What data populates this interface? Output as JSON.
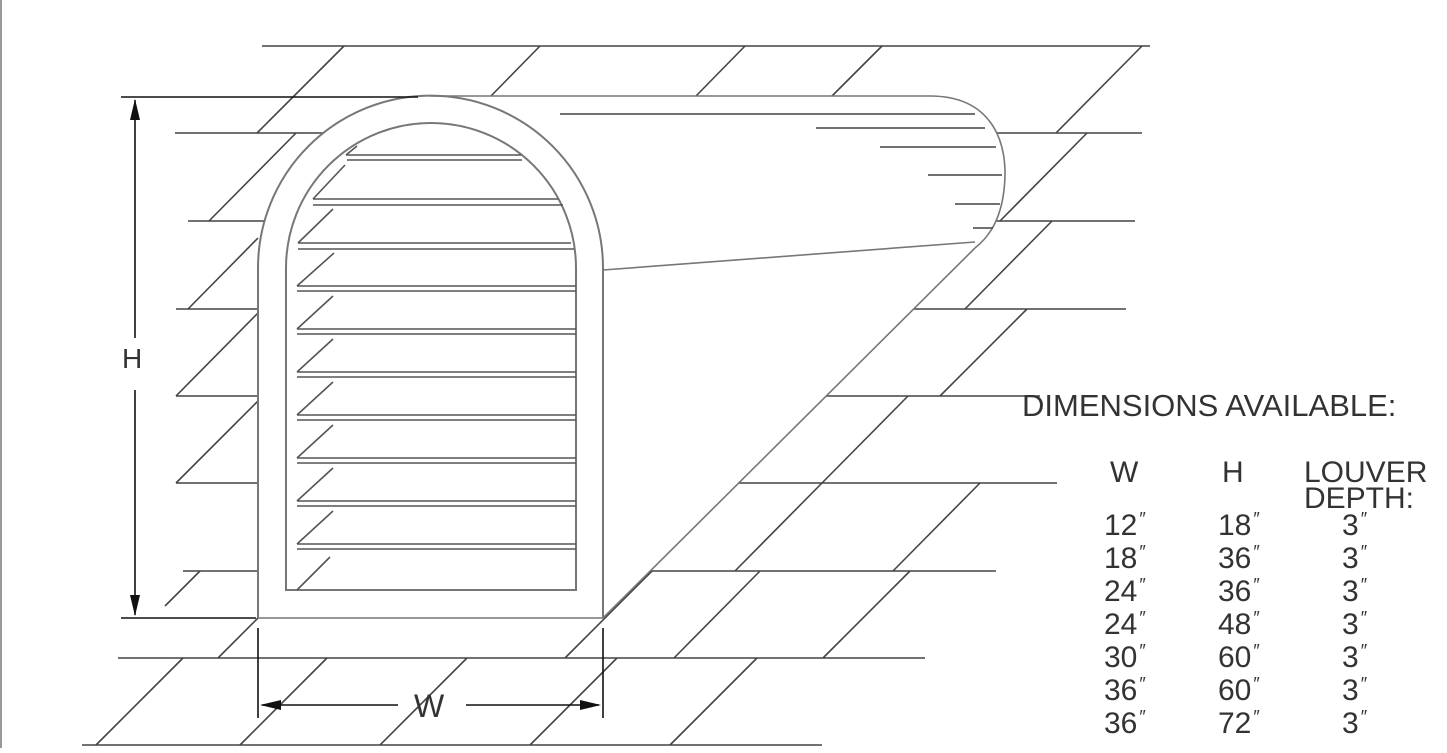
{
  "labels": {
    "height": "H",
    "width": "W"
  },
  "table": {
    "title": "DIMENSIONS AVAILABLE:",
    "headers": {
      "w": "W",
      "h": "H",
      "depth_line1": "LOUVER",
      "depth_line2": "DEPTH:"
    },
    "rows": [
      {
        "w": "12",
        "h": "18",
        "d": "3"
      },
      {
        "w": "18",
        "h": "36",
        "d": "3"
      },
      {
        "w": "24",
        "h": "36",
        "d": "3"
      },
      {
        "w": "24",
        "h": "48",
        "d": "3"
      },
      {
        "w": "30",
        "h": "60",
        "d": "3"
      },
      {
        "w": "36",
        "h": "60",
        "d": "3"
      },
      {
        "w": "36",
        "h": "72",
        "d": "3"
      }
    ],
    "unit_mark": "″"
  }
}
